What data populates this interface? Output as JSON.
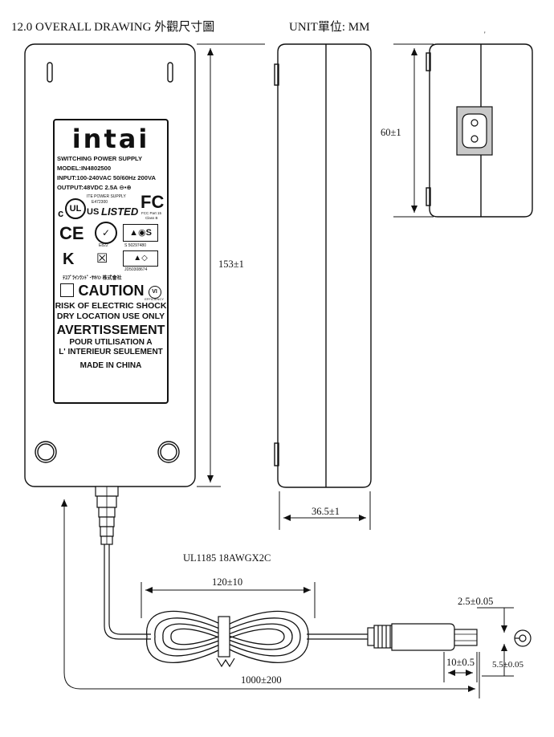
{
  "header": {
    "title": "12.0  OVERALL DRAWING 外觀尺寸圖",
    "unit": "UNIT單位: MM"
  },
  "label": {
    "brand": "intai",
    "spec_lines": [
      "SWITCHING POWER SUPPLY",
      "MODEL:IN4802500",
      "INPUT:100-240VAC 50/60Hz 200VA",
      "OUTPUT:48VDC 2.5A"
    ],
    "ite_text": "ITE POWER SUPPLY",
    "ul_file": "E472300",
    "ul_listed": "LISTED",
    "ul_us": "US",
    "ul_c": "c",
    "fcc_text": "FCC Part 15",
    "fcc_class": "Class B",
    "rcm_code": "E822",
    "s_code": "S 50297480",
    "pse_code": "JD50308674",
    "jp_line": "ﾃﾕﾌﾞﾗｲﾝﾗﾝﾄﾞ･ｻｷﾊﾝ 株式會社",
    "caution": "CAUTION",
    "vi_mark": "VI",
    "efficiency": "EFFICIENCY",
    "warning_lines": [
      "RISK OF ELECTRIC SHOCK",
      "DRY LOCATION USE ONLY"
    ],
    "avertissement": "AVERTISSEMENT",
    "fr_lines": [
      "POUR UTILISATION A",
      "L' INTERIEUR SEULEMENT"
    ],
    "made_in": "MADE IN CHINA"
  },
  "dimensions": {
    "length": "153±1",
    "width": "60±1",
    "thickness": "36.5±1",
    "cable_type": "UL1185 18AWGX2C",
    "coil": "120±10",
    "cable_length": "1000±200",
    "plug_inner": "2.5±0.05",
    "plug_length": "10±0.5",
    "plug_outer": "5.5±0.05"
  }
}
